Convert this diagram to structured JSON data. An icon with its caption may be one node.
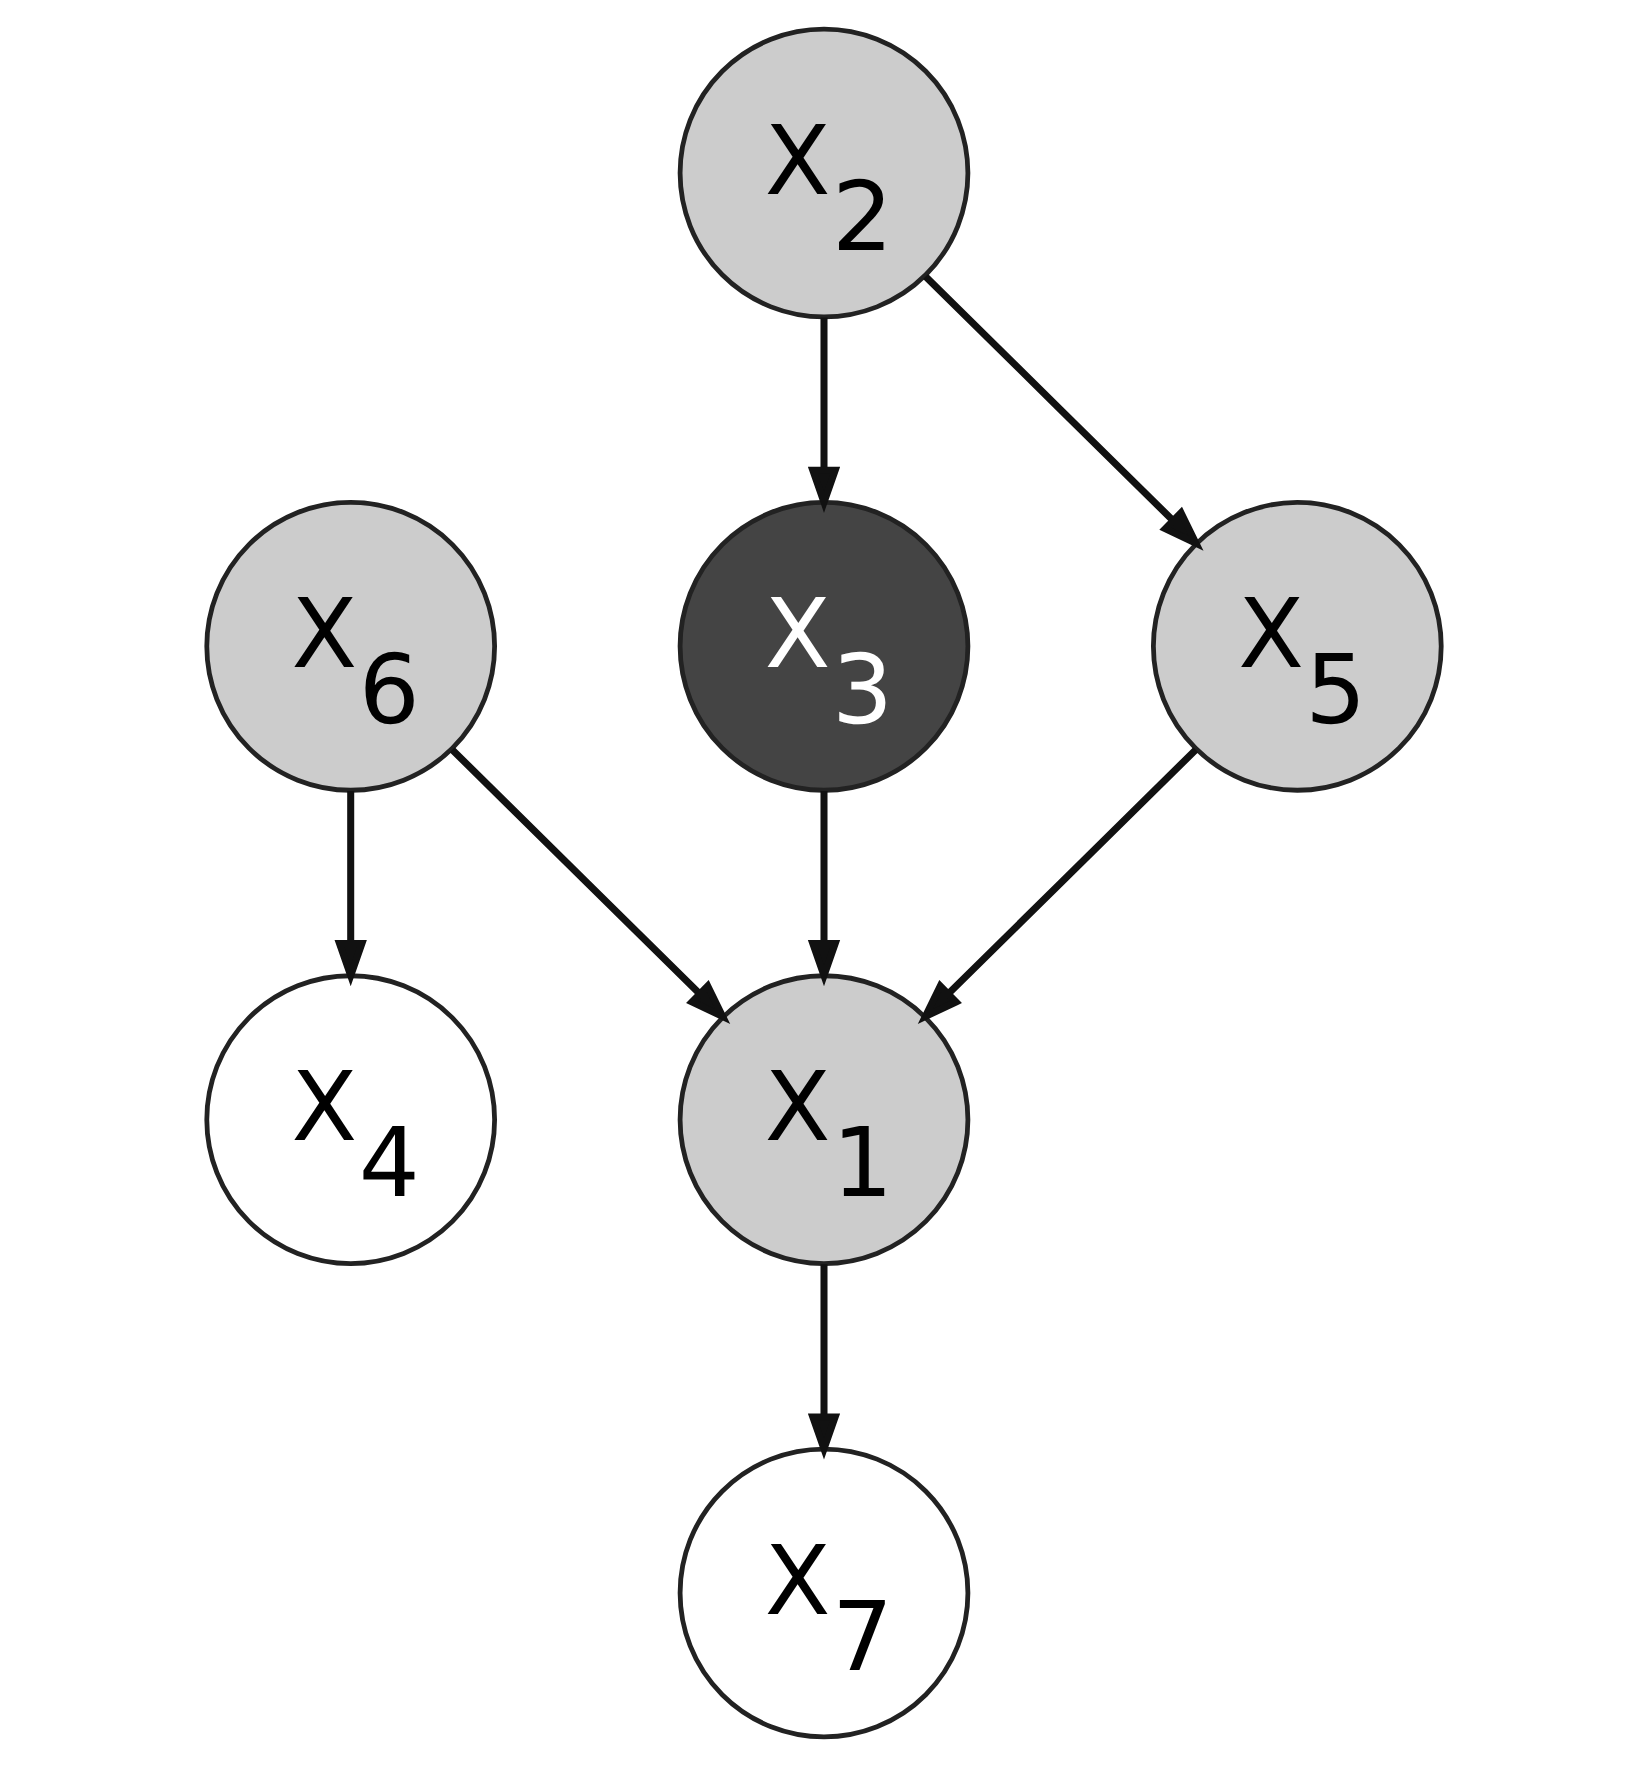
{
  "diagram": {
    "nodes": [
      {
        "text": [
          "X$_{2}$"
        ]
      },
      {
        "text": [
          "X$_{6}$"
        ]
      },
      {
        "text": [
          "X$_{3}$"
        ]
      },
      {
        "text": [
          "X$_{5}$"
        ]
      },
      {
        "text": [
          "X$_{4}$"
        ]
      },
      {
        "text": [
          "X$_{1}$"
        ]
      },
      {
        "text": [
          "X$_{7}$"
        ]
      }
    ],
    "edges": [
      {
        "from": 0,
        "to": 2,
        "arrow": "to"
      },
      {
        "from": 0,
        "to": 3,
        "arrow": "to"
      },
      {
        "from": 1,
        "to": 4,
        "arrow": "to"
      },
      {
        "from": 1,
        "to": 5,
        "arrow": "to"
      },
      {
        "from": 2,
        "to": 5,
        "arrow": "to"
      },
      {
        "from": 3,
        "to": 5,
        "arrow": "to"
      },
      {
        "from": 5,
        "to": 6,
        "arrow": "to"
      }
    ]
  }
}
